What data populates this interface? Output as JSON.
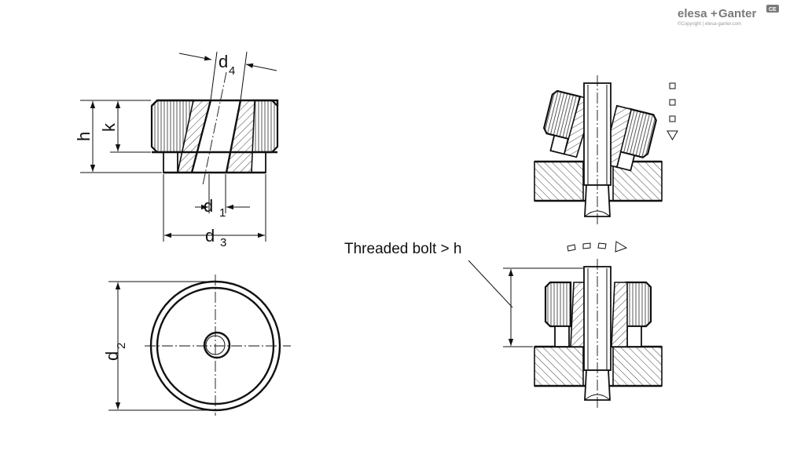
{
  "labels": {
    "h": "h",
    "k": "k",
    "d4_main": "d",
    "d4_sub": "4",
    "d1_main": "d",
    "d1_sub": "1",
    "d3_main": "d",
    "d3_sub": "3",
    "d2_main": "d",
    "d2_sub": "2"
  },
  "annotation": {
    "threaded_bolt": "Threaded bolt > h"
  },
  "branding": {
    "logo_left": "elesa",
    "logo_plus": "+",
    "logo_right": "Ganter",
    "badge": "CE",
    "copyright": "©Copyright | elesa-ganter.com"
  }
}
